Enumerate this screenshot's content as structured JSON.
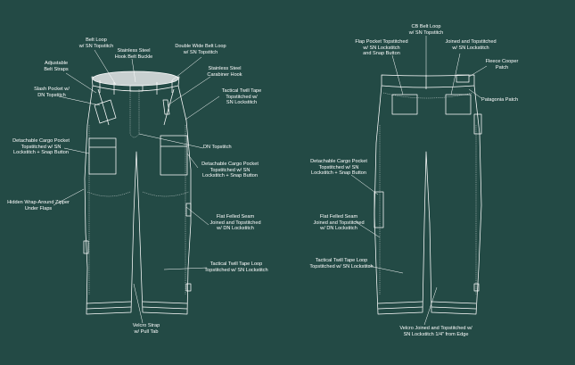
{
  "front_labels": {
    "belt_loop": "Belt Loop\nw/ SN Topstitch",
    "stainless_buckle": "Stainless Steel\nHook Belt Buckle",
    "adjustable_straps": "Adjustable\nBelt Straps",
    "double_wide_loop": "Double Wide Belt Loop\nw/ SN Topstitch",
    "carabiner_hook": "Stainless Steel\nCarabiner Hook",
    "slash_pocket": "Slash Pocket w/\nDN Topstitch",
    "twill_tape_front": "Tactical Twill Tape\nTopstitched w/\nSN Lockstitch",
    "dn_topstitch": "DN Topstitch",
    "cargo_pocket_left": "Detachable Cargo Pocket\nTopstitched w/ SN\nLockstitch + Snap Button",
    "cargo_pocket_right": "Detachable Cargo Pocket\nTopstitched w/ SN\nLockstitch + Snap Button",
    "wrap_zipper": "Hidden Wrap-Around Zipper\nUnder Flaps",
    "flat_felled_front": "Flat Felled Seam\nJoined and Topstitched\nw/ DN Lockstitch",
    "twill_loop_front": "Tactical Twill Tape Loop\nTopstitched w/ SN Lockstitch",
    "velcro_strap": "Velcro Strap\nw/ Pull Tab"
  },
  "back_labels": {
    "cb_belt_loop": "CB Belt Loop\nw/ SN Topstitch",
    "flap_pocket": "Flap Pocket Topstitched\nw/ SN Lockstitch\nand Snap Button",
    "joined_topstitched": "Joined and Topstitched\nw/ SN Lockstitch",
    "fleece_patch": "Fleece Cooper\nPatch",
    "patagonia_patch": "Patagonia Patch",
    "cargo_pocket_back": "Detachable Cargo Pocket\nTopstitched w/ SN\nLockstitch + Snap Button",
    "flat_felled_back": "Flat Felled Seam\nJoined and Topstitched\nw/ DN Lockstitch",
    "twill_loop_back": "Tactical Twill Tape Loop\nTopstitched w/ SN Lockstitch",
    "velcro_joined": "Velcro Joined and Topstitched w/\nSN Lockstitch 1/4\" from Edge"
  },
  "colors": {
    "background": "#234a45",
    "line": "#ffffff",
    "waistband_fill": "#c8d0d0"
  }
}
